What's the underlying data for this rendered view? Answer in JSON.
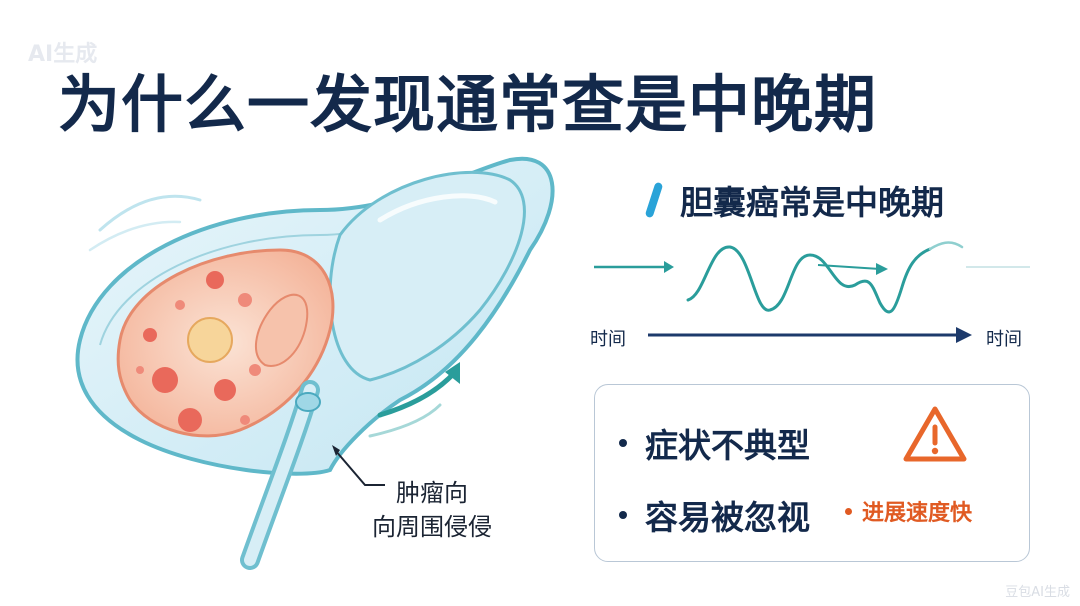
{
  "watermarks": {
    "top": "AI生成",
    "bottom": "豆包AI生成"
  },
  "title": "为什么一发现通常查是中晚期",
  "illustration": {
    "caption_lines": [
      "肿瘤向",
      "向周围侵侵"
    ]
  },
  "right_panel": {
    "subtitle": "胆囊癌常是中晚期",
    "timeline": {
      "left_label": "时间",
      "right_label": "时间"
    },
    "card": {
      "bullets": [
        "症状不典型",
        "容易被忽视"
      ],
      "note": "进展速度快",
      "warning_color": "#e8672b"
    }
  },
  "colors": {
    "title": "#13294b",
    "accent_teal": "#2a9d9b",
    "accent_blue": "#2aa3d8",
    "warning": "#e05a22"
  }
}
